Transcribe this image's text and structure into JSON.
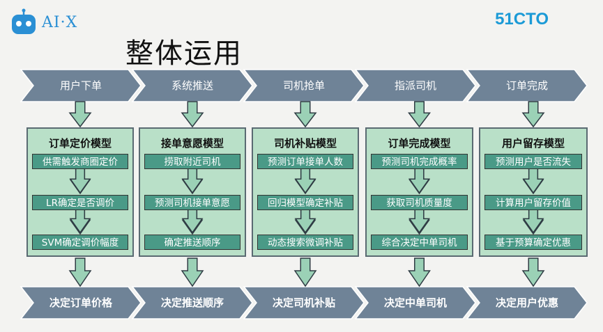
{
  "header": {
    "logo_text": "AI·X",
    "brand_text": "51CTO",
    "title": "整体运用"
  },
  "colors": {
    "chevron": "#6f8397",
    "panel_bg": "#b9e0c8",
    "step_bg": "#4a9a87",
    "arrow": "#9bd1b6",
    "logo_blue": "#2a8fd4"
  },
  "stages": [
    {
      "top_label": "用户下单",
      "model_title": "订单定价模型",
      "steps": [
        "供需触发商圈定价",
        "LR确定是否调价",
        "SVM确定调价幅度"
      ],
      "bottom_label": "决定订单价格"
    },
    {
      "top_label": "系统推送",
      "model_title": "接单意愿模型",
      "steps": [
        "捞取附近司机",
        "预测司机接单意愿",
        "确定推送顺序"
      ],
      "bottom_label": "决定推送顺序"
    },
    {
      "top_label": "司机抢单",
      "model_title": "司机补贴模型",
      "steps": [
        "预测订单接单人数",
        "回归模型确定补贴",
        "动态搜索微调补贴"
      ],
      "bottom_label": "决定司机补贴"
    },
    {
      "top_label": "指派司机",
      "model_title": "订单完成模型",
      "steps": [
        "预测司机完成概率",
        "获取司机质量度",
        "综合决定中单司机"
      ],
      "bottom_label": "决定中单司机"
    },
    {
      "top_label": "订单完成",
      "model_title": "用户留存模型",
      "steps": [
        "预测用户是否流失",
        "计算用户留存价值",
        "基于预算确定优惠"
      ],
      "bottom_label": "决定用户优惠"
    }
  ]
}
